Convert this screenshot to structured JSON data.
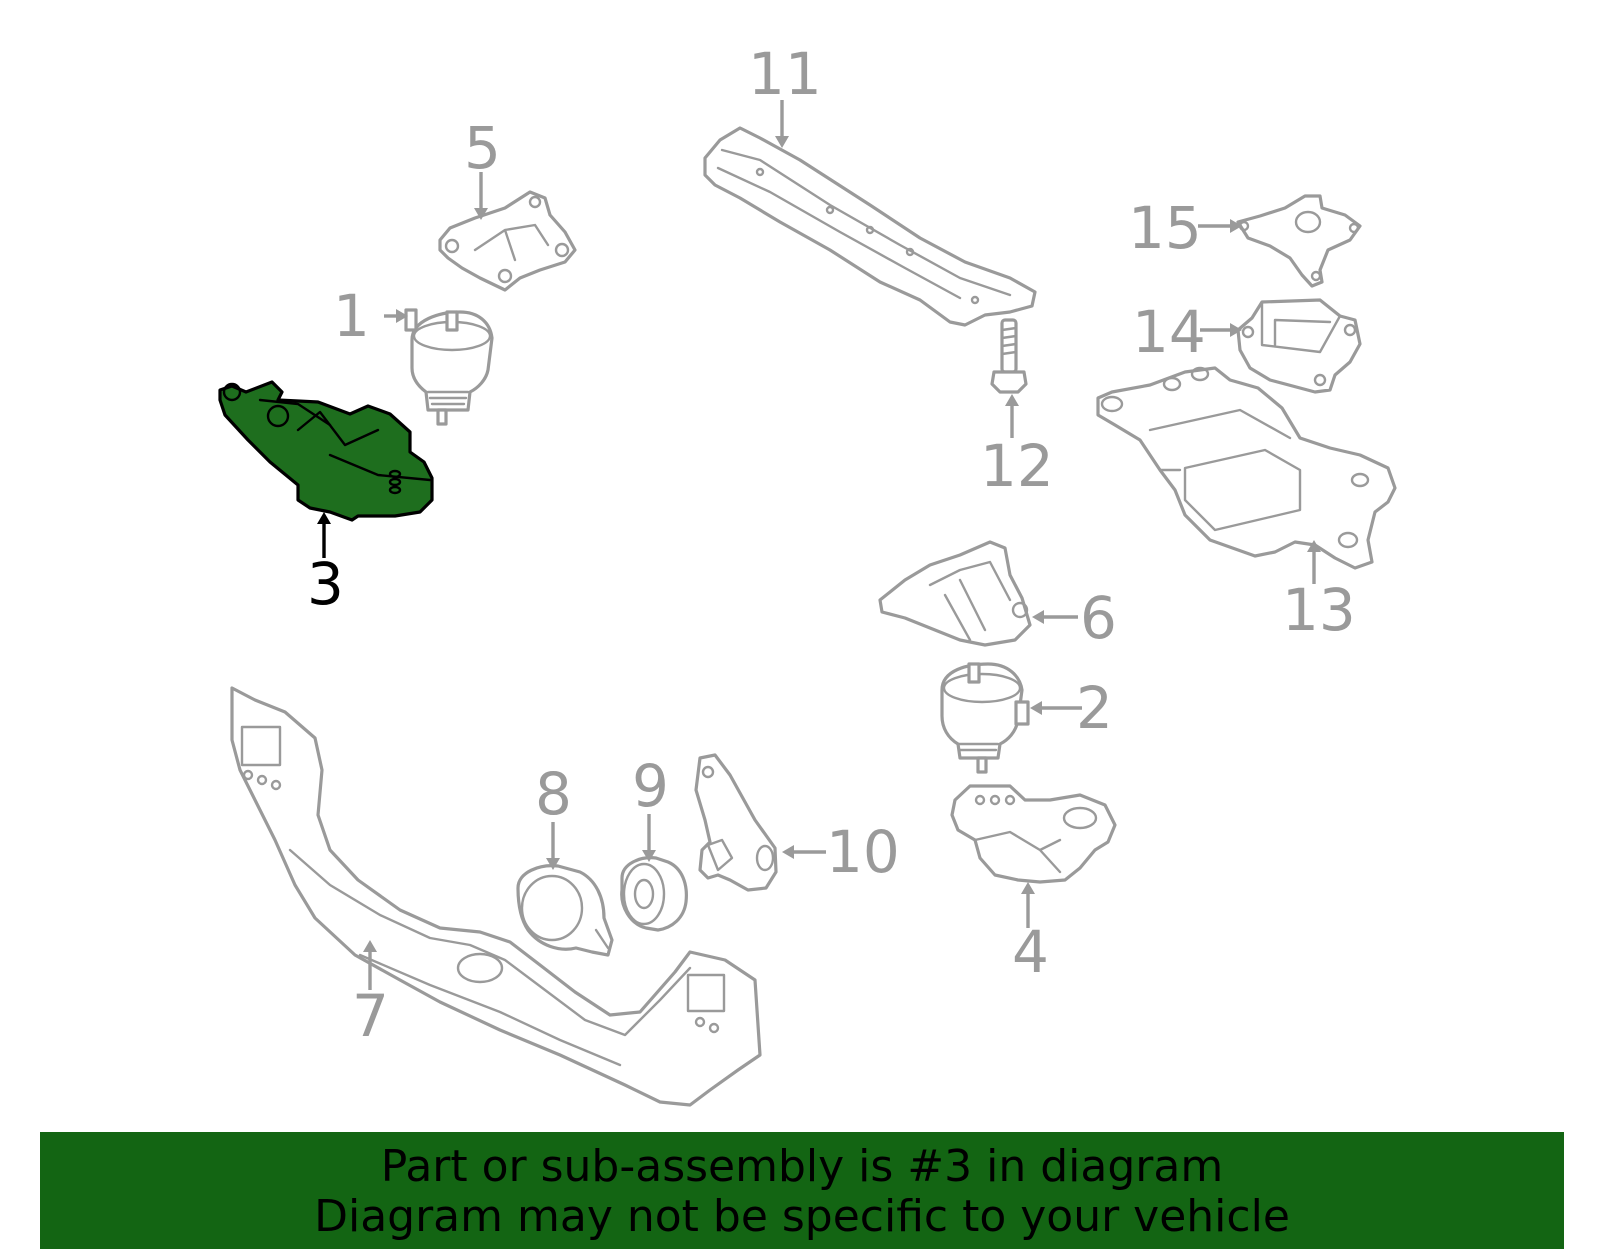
{
  "callouts": [
    {
      "id": "1",
      "label": "1",
      "active": false
    },
    {
      "id": "2",
      "label": "2",
      "active": false
    },
    {
      "id": "3",
      "label": "3",
      "active": true
    },
    {
      "id": "4",
      "label": "4",
      "active": false
    },
    {
      "id": "5",
      "label": "5",
      "active": false
    },
    {
      "id": "6",
      "label": "6",
      "active": false
    },
    {
      "id": "7",
      "label": "7",
      "active": false
    },
    {
      "id": "8",
      "label": "8",
      "active": false
    },
    {
      "id": "9",
      "label": "9",
      "active": false
    },
    {
      "id": "10",
      "label": "10",
      "active": false
    },
    {
      "id": "11",
      "label": "11",
      "active": false
    },
    {
      "id": "12",
      "label": "12",
      "active": false
    },
    {
      "id": "13",
      "label": "13",
      "active": false
    },
    {
      "id": "14",
      "label": "14",
      "active": false
    },
    {
      "id": "15",
      "label": "15",
      "active": false
    }
  ],
  "banner": {
    "line1": "Part or sub-assembly is #3 in diagram",
    "line2": "Diagram may not be specific to your vehicle"
  },
  "colors": {
    "highlight_fill": "#1e6e1e",
    "banner_background": "#136513",
    "part_stroke": "#9a9a9a"
  }
}
